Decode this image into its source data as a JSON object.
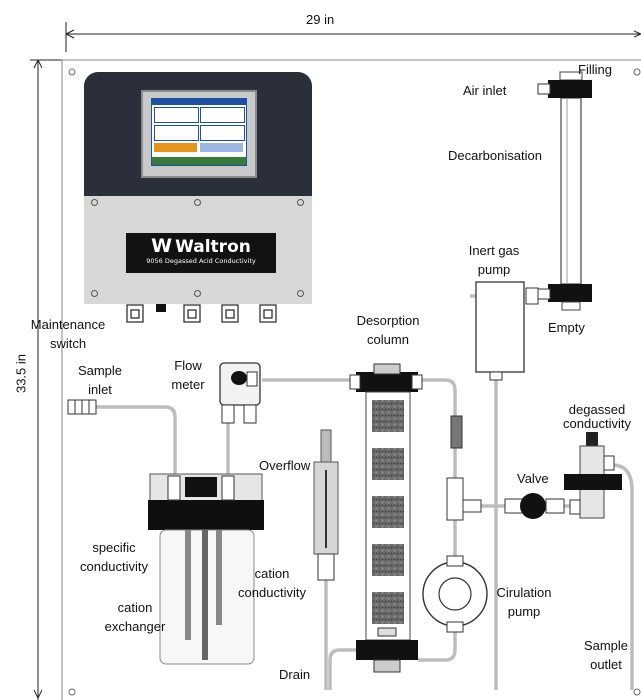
{
  "dimensions": {
    "width_label": "29 in",
    "height_label": "33.5 in"
  },
  "controller": {
    "brand": "Waltron",
    "model": "9056 Degassed Acid Conductivity"
  },
  "labels": {
    "filling": "Filling",
    "air_inlet": "Air inlet",
    "decarbonisation": "Decarbonisation",
    "inert_gas_pump_1": "Inert gas",
    "inert_gas_pump_2": "pump",
    "empty": "Empty",
    "maintenance_switch_1": "Maintenance",
    "maintenance_switch_2": "switch",
    "sample_inlet_1": "Sample",
    "sample_inlet_2": "inlet",
    "flow_meter_1": "Flow",
    "flow_meter_2": "meter",
    "desorption_column_1": "Desorption",
    "desorption_column_2": "column",
    "degassed_conductivity_1": "degassed",
    "degassed_conductivity_2": "conductivity",
    "overflow": "Overflow",
    "valve": "Valve",
    "specific_conductivity_1": "specific",
    "specific_conductivity_2": "conductivity",
    "cation_conductivity_1": "cation",
    "cation_conductivity_2": "conductivity",
    "cation_exchanger_1": "cation",
    "cation_exchanger_2": "exchanger",
    "circulation_pump_1": "Cirulation",
    "circulation_pump_2": "pump",
    "sample_outlet_1": "Sample",
    "sample_outlet_2": "outlet",
    "drain": "Drain"
  },
  "colors": {
    "panel_outline": "#9a9a9a",
    "pipe": "#bdbdbd",
    "fitting": "#1a1a1a",
    "controller_body": "#2b2f3a",
    "screen_frame": "#1c4fa6"
  }
}
